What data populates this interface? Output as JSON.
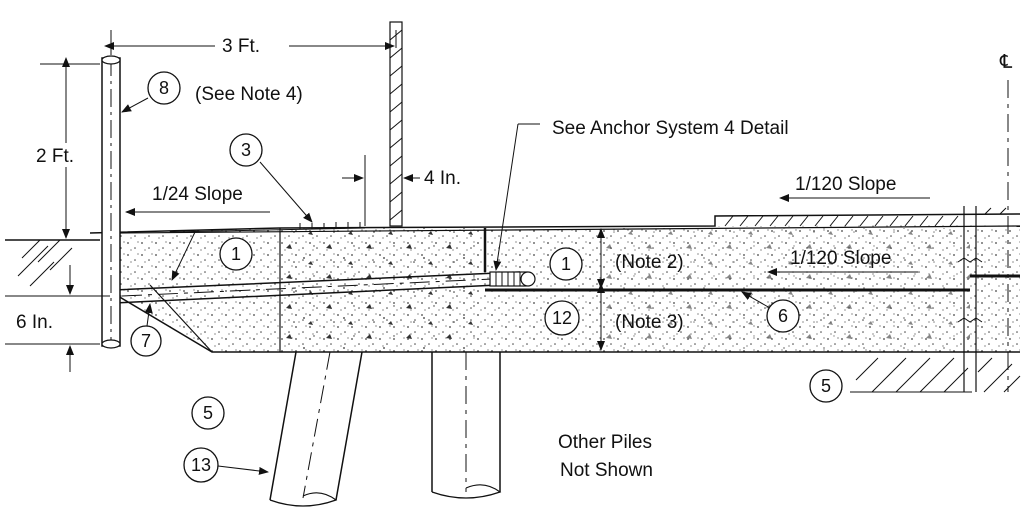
{
  "dimensions": {
    "width_3ft": "3 Ft.",
    "height_2ft": "2 Ft.",
    "gap_4in": "4 In.",
    "depth_6in": "6 In."
  },
  "notes": {
    "note4": "(See Note 4)",
    "anchor_detail": "See Anchor System 4 Detail",
    "note2": "(Note 2)",
    "note3": "(Note 3)",
    "other_piles_line1": "Other Piles",
    "other_piles_line2": "Not Shown"
  },
  "slopes": {
    "slope_left": "1/24 Slope",
    "slope_right_top": "1/120 Slope",
    "slope_right_mid": "1/120 Slope"
  },
  "centerline_symbol": "℄",
  "callouts": {
    "c8": "8",
    "c3": "3",
    "c1_left": "1",
    "c1_right": "1",
    "c7": "7",
    "c12": "12",
    "c6": "6",
    "c5_left": "5",
    "c5_right": "5",
    "c13": "13"
  }
}
